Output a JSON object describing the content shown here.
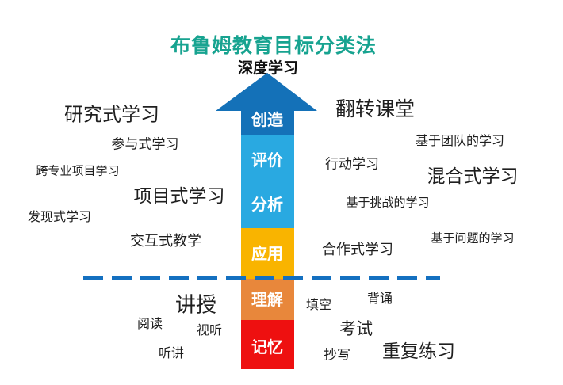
{
  "title": {
    "text": "布鲁姆教育目标分类法",
    "color": "#17a390"
  },
  "subtitle": {
    "text": "深度学习"
  },
  "pyramid": {
    "levels": [
      {
        "label": "创造",
        "color": "#1471b8"
      },
      {
        "label": "评价",
        "color": "#29a9e1"
      },
      {
        "label": "分析",
        "color": "#29a9e1"
      },
      {
        "label": "应用",
        "color": "#f9b400"
      },
      {
        "label": "理解",
        "color": "#e8873b"
      },
      {
        "label": "记忆",
        "color": "#ee1010"
      }
    ],
    "label_color": "#ffffff"
  },
  "divider": {
    "color": "#1470c0"
  },
  "left_labels": [
    {
      "text": "研究式学习"
    },
    {
      "text": "参与式学习"
    },
    {
      "text": "跨专业项目学习"
    },
    {
      "text": "项目式学习"
    },
    {
      "text": "发现式学习"
    },
    {
      "text": "交互式教学"
    },
    {
      "text": "讲授"
    },
    {
      "text": "阅读"
    },
    {
      "text": "视听"
    },
    {
      "text": "听讲"
    }
  ],
  "right_labels": [
    {
      "text": "翻转课堂"
    },
    {
      "text": "基于团队的学习"
    },
    {
      "text": "行动学习"
    },
    {
      "text": "混合式学习"
    },
    {
      "text": "基于挑战的学习"
    },
    {
      "text": "基于问题的学习"
    },
    {
      "text": "合作式学习"
    },
    {
      "text": "填空"
    },
    {
      "text": "背诵"
    },
    {
      "text": "考试"
    },
    {
      "text": "抄写"
    },
    {
      "text": "重复练习"
    }
  ]
}
